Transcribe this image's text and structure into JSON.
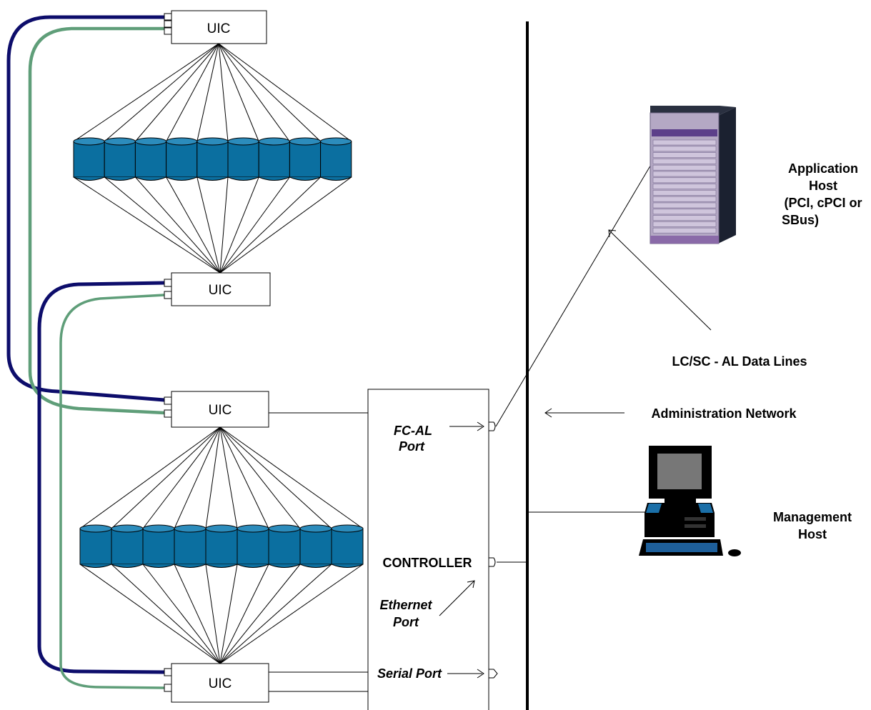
{
  "uic_label": "UIC",
  "controller": {
    "title": "CONTROLLER",
    "fcal_port_line1": "FC-AL",
    "fcal_port_line2": "Port",
    "ethernet_port_line1": "Ethernet",
    "ethernet_port_line2": "Port",
    "serial_port": "Serial Port"
  },
  "application_host": {
    "line1": "Application",
    "line2": "Host",
    "line3": "(PCI, cPCI or",
    "line4": "SBus)"
  },
  "data_lines_label": "LC/SC - AL Data Lines",
  "admin_network_label": "Administration Network",
  "management_host": {
    "line1": "Management",
    "line2": "Host"
  },
  "colors": {
    "disk": "#0b6fa0",
    "disk_top": "#2c8cbc",
    "navy_cable": "#0d0d6b",
    "green_cable": "#5f9e79"
  }
}
